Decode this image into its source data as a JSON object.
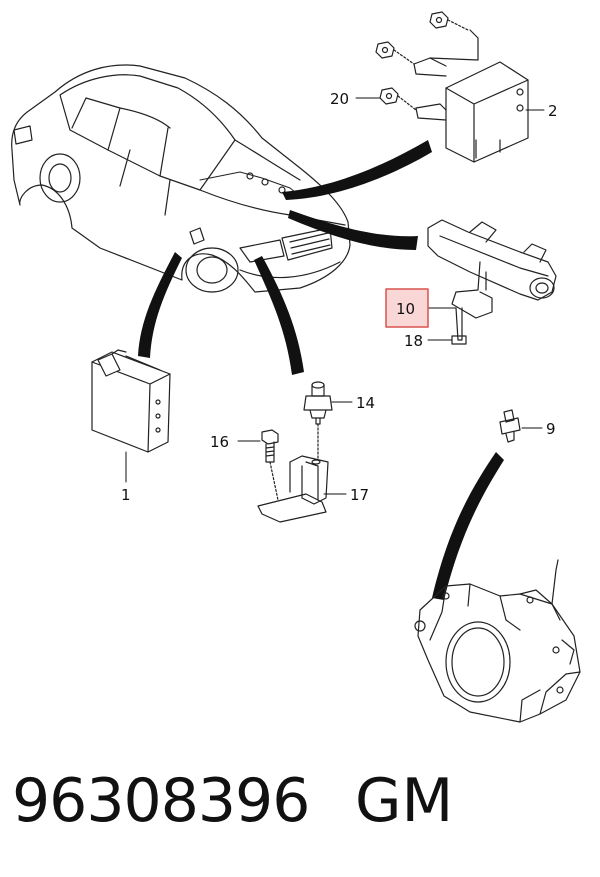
{
  "callouts": {
    "c1": "1",
    "c2": "2",
    "c9": "9",
    "c10": "10",
    "c14": "14",
    "c16": "16",
    "c17": "17",
    "c18": "18",
    "c20": "20"
  },
  "highlighted_callout": "10",
  "highlight_color": "#d9534f",
  "footer": {
    "part_number": "96308396",
    "brand": "GM"
  }
}
